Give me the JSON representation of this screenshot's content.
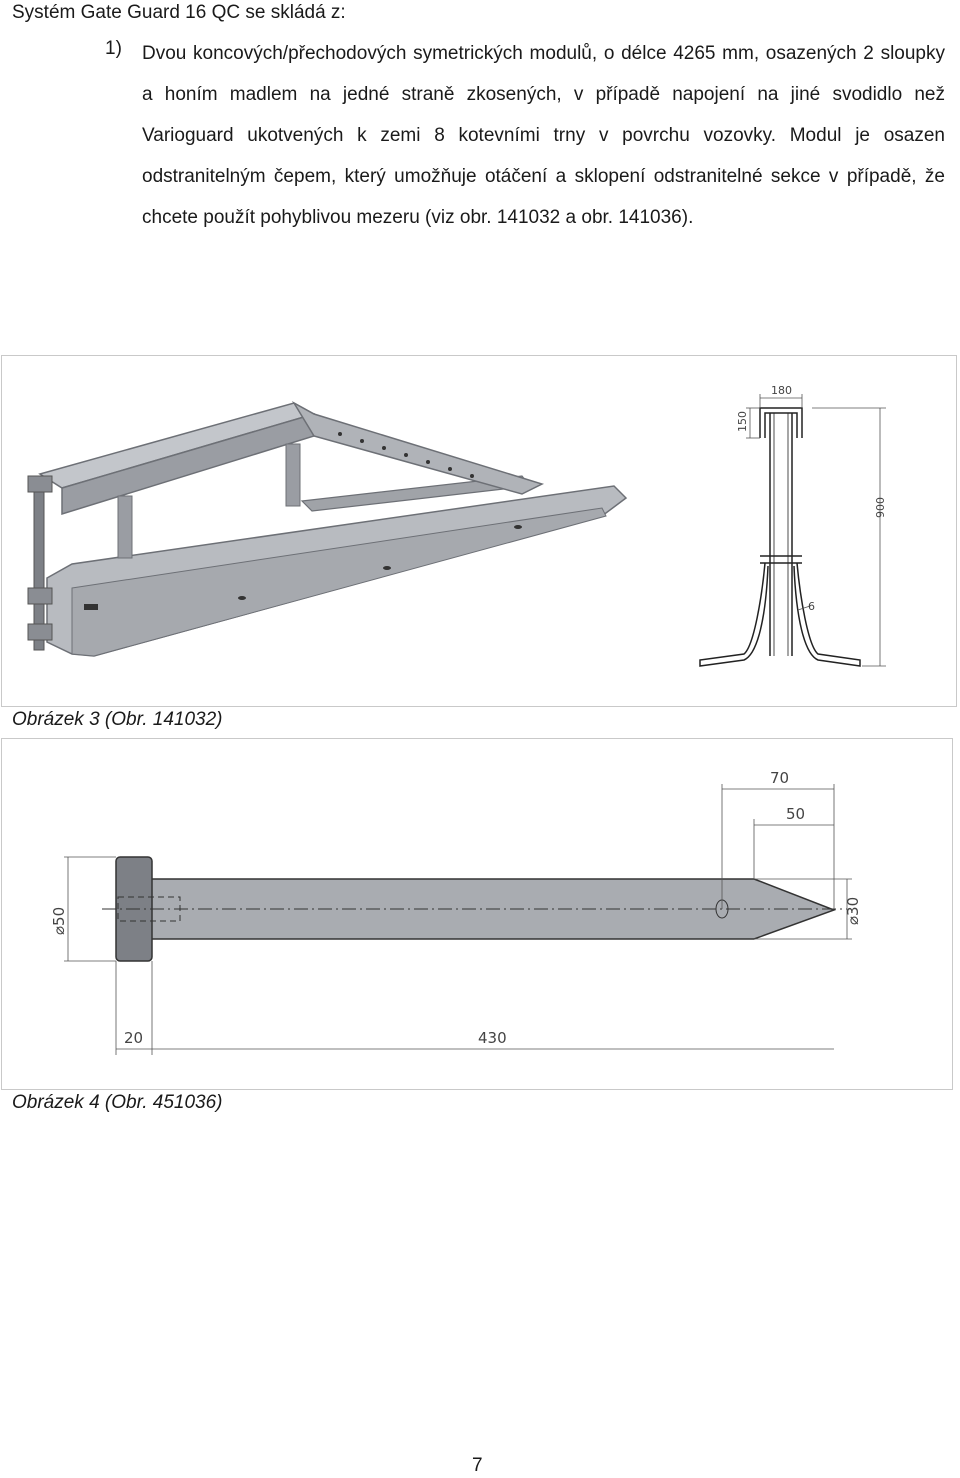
{
  "heading": "Systém Gate Guard 16 QC se skládá z:",
  "list": {
    "number": "1)",
    "text": "Dvou koncových/přechodových symetrických modulů, o délce 4265 mm, osazených 2 sloupky a honím madlem na jedné straně zkosených, v případě napojení na jiné svodidlo než Varioguard ukotvených k zemi 8 kotevními trny v povrchu vozovky. Modul je osazen odstranitelným čepem, který umožňuje otáčení a sklopení odstranitelné sekce v případě, že chcete použít pohyblivou mezeru (viz obr. 141032 a obr. 141036)."
  },
  "figure3": {
    "caption": "Obrázek 3 (Obr. 141032)",
    "dimensions": {
      "top_width": "180",
      "top_height": "150",
      "total_height": "900",
      "thickness": "6"
    }
  },
  "figure4": {
    "caption": "Obrázek 4 (Obr. 451036)",
    "dimensions": {
      "d70": "70",
      "d50": "50",
      "head_diameter": "⌀50",
      "tip_diameter": "⌀30",
      "head_length": "20",
      "total_length": "430"
    }
  },
  "page_number": "7",
  "colors": {
    "steel": "#9a9da3",
    "steel_light": "#c3c6cb",
    "steel_dark": "#6d7076",
    "dim_line": "#555555"
  }
}
